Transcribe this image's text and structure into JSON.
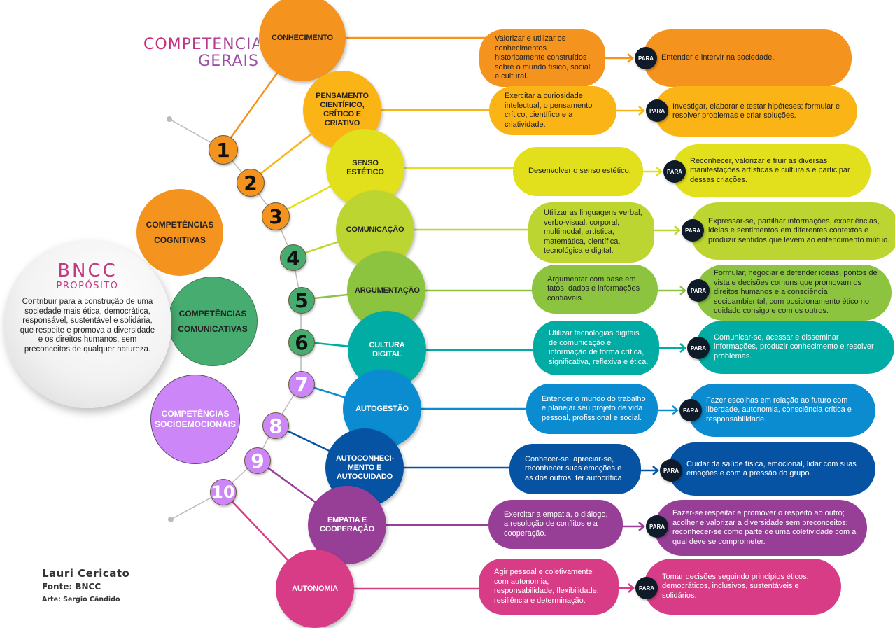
{
  "title": {
    "line1": "COMPETÊNCIAS",
    "line2": "GERAIS"
  },
  "bncc": {
    "heading": "BNCC",
    "subheading": "PROPÓSITO",
    "text": "Contribuir para a construção de uma sociedade mais ética, democrática, responsável, sustentável e solidária, que respeite e promova a diversidade e os direitos humanos, sem preconceitos de qualquer natureza."
  },
  "groups": [
    {
      "label": "COMPETÊNCIAS COGNITIVAS",
      "color": "#f4931e"
    },
    {
      "label": "COMPETÊNCIAS COMUNICATIVAS",
      "color": "#46ac70"
    },
    {
      "label": "COMPETÊNCIAS SOCIOEMOCIONAIS",
      "color": "#cd86f7"
    }
  ],
  "para_label": "PARA",
  "competencies": [
    {
      "number": "1",
      "name": "CONHECIMENTO",
      "color": "#f4931e",
      "num_color": "#f4931e",
      "action": "Valorizar e utilizar os conhecimentos historicamente construídos sobre o mundo físico, social e cultural.",
      "purpose": "Entender e intervir na sociedade."
    },
    {
      "number": "2",
      "name": "PENSAMENTO CIENTÍFICO, CRÍTICO E CRIATIVO",
      "color": "#fbb416",
      "num_color": "#f4931e",
      "action": "Exercitar a curiosidade intelectual, o pensamento crítico, científico e a criatividade.",
      "purpose": "Investigar, elaborar e testar hipóteses; formular e resolver problemas e criar soluções."
    },
    {
      "number": "3",
      "name": "SENSO ESTÉTICO",
      "color": "#e2e01c",
      "num_color": "#f4931e",
      "action": "Desenvolver o senso estético.",
      "purpose": "Reconhecer, valorizar e fruir as diversas manifestações artísticas e culturais e participar dessas criações."
    },
    {
      "number": "4",
      "name": "COMUNICAÇÃO",
      "color": "#bcd530",
      "num_color": "#46ac70",
      "action": "Utilizar as linguagens verbal, verbo-visual, corporal, multimodal, artística, matemática, científica, tecnológica e digital.",
      "purpose": "Expressar-se, partilhar informações, experiências, ideias e sentimentos em diferentes contextos e produzir sentidos que levem ao entendimento mútuo."
    },
    {
      "number": "5",
      "name": "ARGUMENTAÇÃO",
      "color": "#8cc43f",
      "num_color": "#46ac70",
      "action": "Argumentar com base em fatos, dados e informações confiáveis.",
      "purpose": "Formular, negociar e defender ideias, pontos de vista e decisões comuns que promovam os direitos humanos e a consciência socioambiental, com posicionamento ético no cuidado consigo e com os outros."
    },
    {
      "number": "6",
      "name": "CULTURA DIGITAL",
      "color": "#00aca3",
      "num_color": "#46ac70",
      "action": "Utilizar tecnologias digitais de comunicação e informação de forma crítica, significativa, reflexiva e ética.",
      "purpose": "Comunicar-se, acessar e disseminar informações, produzir conhecimento e resolver problemas."
    },
    {
      "number": "7",
      "name": "AUTOGESTÃO",
      "color": "#0b8bd0",
      "num_color": "#cd86f7",
      "action": "Entender o mundo do trabalho e planejar seu projeto de vida pessoal, profissional e social.",
      "purpose": "Fazer escolhas em relação ao futuro com liberdade, autonomia, consciência crítica e responsabilidade."
    },
    {
      "number": "8",
      "name": "AUTOCONHECI-MENTO E AUTOCUIDADO",
      "color": "#0653a4",
      "num_color": "#cd86f7",
      "action": "Conhecer-se, apreciar-se, reconhecer suas emoções e as dos outros, ter autocrítica.",
      "purpose": "Cuidar da saúde física, emocional, lidar com suas emoções e com a pressão do grupo."
    },
    {
      "number": "9",
      "name": "EMPATIA E COOPERAÇÃO",
      "color": "#973f96",
      "num_color": "#cd86f7",
      "action": "Exercitar a empatia, o diálogo, a resolução de conflitos e a cooperação.",
      "purpose": "Fazer-se respeitar e promover o respeito ao outro; acolher e valorizar a diversidade sem preconceitos; reconhecer-se como parte de uma coletividade com a qual deve se comprometer."
    },
    {
      "number": "10",
      "name": "AUTONOMIA",
      "color": "#d93c86",
      "num_color": "#cd86f7",
      "action": "Agir pessoal e coletivamente com autonomia, responsabilidade, flexibilidade, resiliência e determinação.",
      "purpose": "Tomar decisões seguindo princípios éticos, democráticos, inclusivos, sustentáveis e solidários."
    }
  ],
  "credits": {
    "author": "Lauri Cericato",
    "source": "Fonte: BNCC",
    "art": "Arte: Sergio Cândido"
  }
}
